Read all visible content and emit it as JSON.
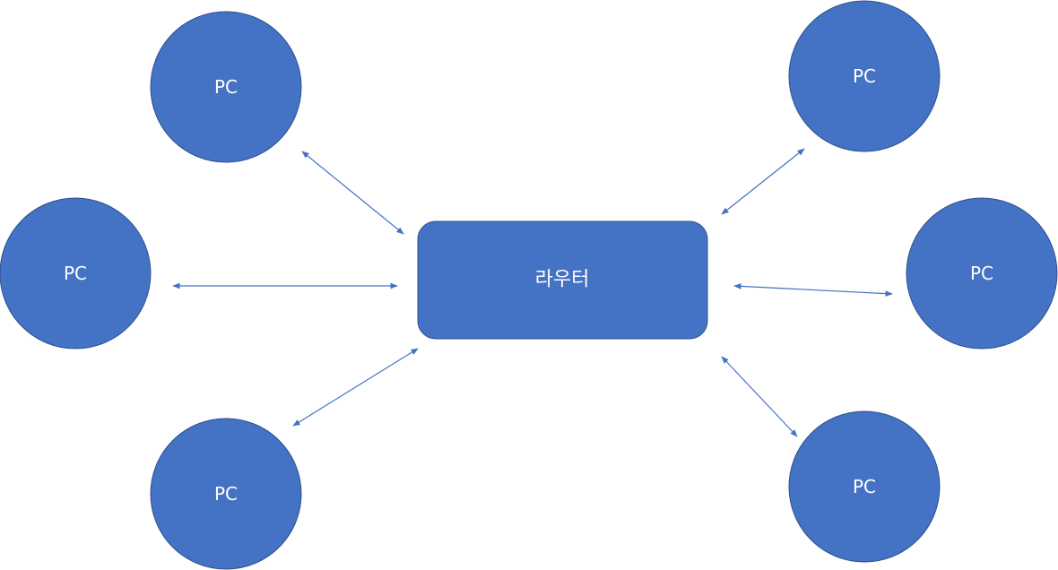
{
  "router": {
    "label": "라우터"
  },
  "pcs": [
    {
      "label": "PC"
    },
    {
      "label": "PC"
    },
    {
      "label": "PC"
    },
    {
      "label": "PC"
    },
    {
      "label": "PC"
    },
    {
      "label": "PC"
    }
  ],
  "links": [
    {
      "from": "pc-0",
      "to": "router",
      "direction": "bidirectional"
    },
    {
      "from": "pc-1",
      "to": "router",
      "direction": "bidirectional"
    },
    {
      "from": "pc-2",
      "to": "router",
      "direction": "bidirectional"
    },
    {
      "from": "pc-3",
      "to": "router",
      "direction": "bidirectional"
    },
    {
      "from": "pc-4",
      "to": "router",
      "direction": "bidirectional"
    },
    {
      "from": "pc-5",
      "to": "router",
      "direction": "bidirectional"
    }
  ],
  "colors": {
    "node_fill": "#4472c4",
    "node_stroke": "#2f528f",
    "link": "#4472c4",
    "label": "#ffffff"
  }
}
